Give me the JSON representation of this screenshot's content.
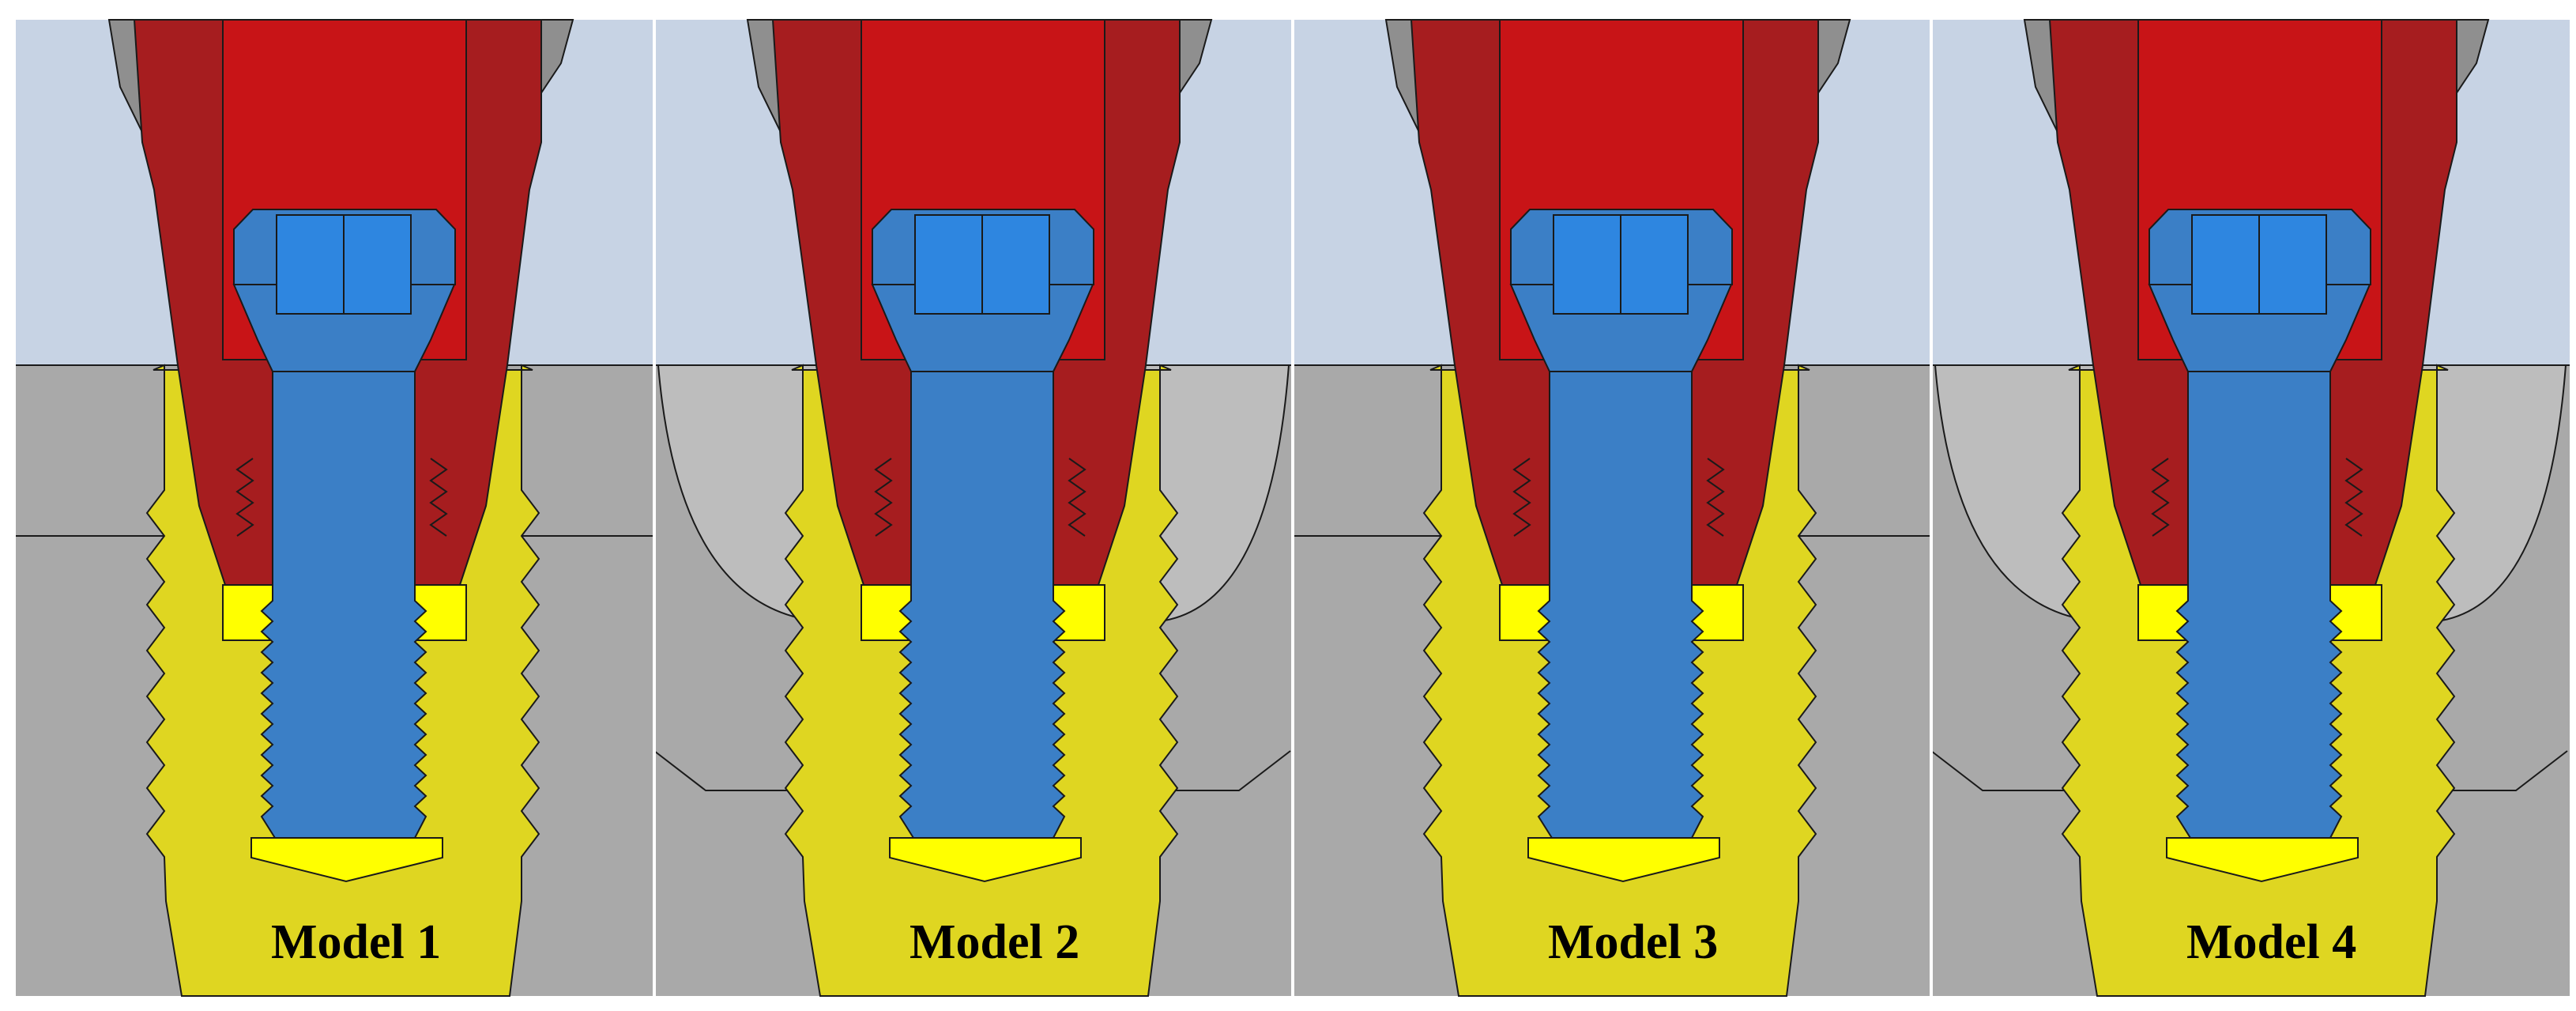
{
  "figure": {
    "panels": [
      {
        "label": "Model 1",
        "variant": 1
      },
      {
        "label": "Model 2",
        "variant": 2
      },
      {
        "label": "Model 3",
        "variant": 3
      },
      {
        "label": "Model 4",
        "variant": 4
      }
    ],
    "colors": {
      "sky": "#c7d3e4",
      "gray_bone": "#a9a9a9",
      "cup_gray": "#bdbdbd",
      "implant_yellow": "#dfd621",
      "bright_yellow": "#ffff00",
      "red_shade": "#a61d1f",
      "red_bright": "#c81417",
      "screw_blue": "#3b7fc6",
      "screw_head_blue": "#2e86e0",
      "outline": "#1a1a1a",
      "cone_gray": "#8f8f8f"
    }
  }
}
